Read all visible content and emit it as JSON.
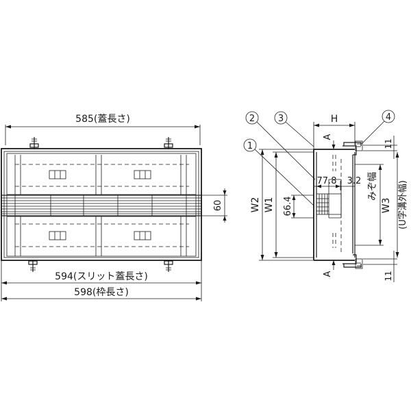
{
  "front_view": {
    "cover_length_label": "585(蓋長さ)",
    "slit_cover_length_label": "594(スリット蓋長さ)",
    "frame_length_label": "598(枠長さ)",
    "slit_width_label": "60"
  },
  "section_view": {
    "callouts": [
      "1",
      "2",
      "3",
      "4"
    ],
    "height_label": "H",
    "section_mark_top": "A",
    "section_mark_bottom": "A",
    "offset_top": "11",
    "offset_bottom": "11",
    "dim_77_8": "77.8",
    "dim_3_2": "3.2",
    "dim_66_4": "66.4",
    "w1_label": "W1",
    "w2_label": "W2",
    "w3_label": "W3",
    "groove_width_label": "みぞ幅",
    "u_ditch_outer_width_label": "(U字溝外幅)"
  }
}
